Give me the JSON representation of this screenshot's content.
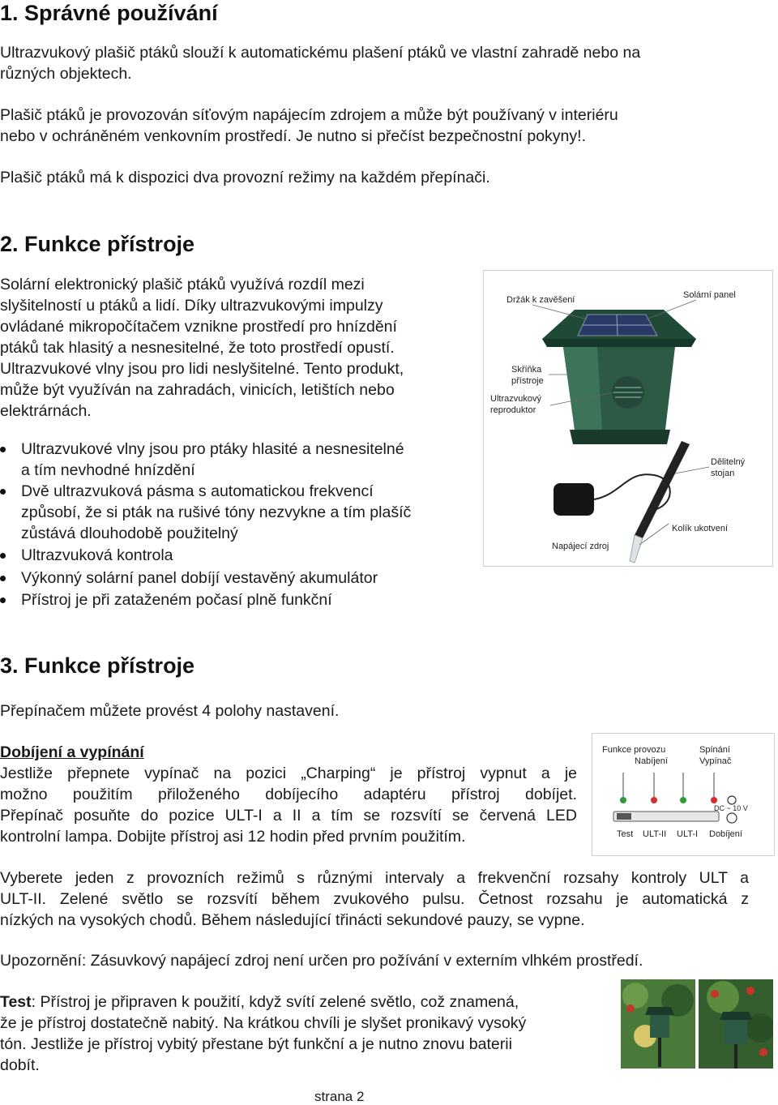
{
  "s1": {
    "heading": "1. Správné používání",
    "p1_l1": "Ultrazvukový plašič ptáků slouží k automatickému plašení ptáků ve vlastní zahradě nebo na",
    "p1_l2": "různých objektech.",
    "p2_l1": "Plašič ptáků je provozován síťovým napájecím zdrojem a může být používaný v interiéru",
    "p2_l2": "nebo v ochráněném venkovním prostředí. Je nutno si přečíst bezpečnostní pokyny!.",
    "p3": "Plašič ptáků má k dispozici dva provozní režimy na každém přepínači."
  },
  "s2": {
    "heading": "2. Funkce přístroje",
    "lines": [
      "Solární elektronický plašič ptáků využívá rozdíl mezi",
      "slyšitelností u ptáků a lidí. Díky ultrazvukovými impulzy",
      "ovládané mikropočítačem vznikne prostředí pro hnízdění",
      "ptáků tak hlasitý a nesnesitelné, že toto prostředí opustí.",
      "Ultrazvukové vlny jsou pro lidi neslyšitelné. Tento produkt,",
      "může být využíván na zahradách, vinicích, letištích nebo",
      "elektrárnách."
    ],
    "bullets": [
      [
        "Ultrazvukové vlny jsou pro ptáky hlasité a nesnesitelné",
        "a tím nevhodné hnízdění"
      ],
      [
        "Dvě ultrazvuková pásma s automatickou frekvencí",
        "způsobí, že si pták na rušivé tóny nezvykne a tím plašíč",
        "zůstává dlouhodobě použitelný"
      ],
      [
        "Ultrazvuková kontrola"
      ],
      [
        "Výkonný solární panel dobíjí vestavěný akumulátor"
      ],
      [
        "Přístroj je při zataženém počasí plně funkční"
      ]
    ],
    "figure_labels": {
      "holder": "Držák k zavěšení",
      "solar": "Solární panel",
      "case_l1": "Skříňka",
      "case_l2": "přístroje",
      "speaker_l1": "Ultrazvukový",
      "speaker_l2": "reproduktor",
      "stand_l1": "Dělitelný",
      "stand_l2": "stojan",
      "adapter": "Napájecí zdroj",
      "peg": "Kolík ukotvení"
    }
  },
  "s3": {
    "heading": "3. Funkce přístroje",
    "intro": "Přepínačem můžete provést 4 polohy nastavení.",
    "charge_title": "Dobíjení a vypínání",
    "charge_lines": [
      "Jestliže přepnete vypínač na pozici „Charping“ je přístroj vypnut a je",
      "možno použitím přiloženého dobíjecího adaptéru přístroj dobíjet.",
      "Přepínač posuňte do pozice ULT-I a II a tím se rozsvítí se červená LED",
      "kontrolní lampa. Dobijte přístroj asi 12 hodin před prvním použitím."
    ],
    "mode_lines": [
      "Vyberete jeden z provozních režimů s různými intervaly a frekvenční rozsahy kontroly ULT a",
      "ULT-II. Zelené světlo se rozsvítí během zvukového pulsu. Četnost rozsahu je automatická z",
      "nízkých na vysokých chodů. Během následující třinácti sekundové pauzy, se vypne."
    ],
    "warning": "Upozornění: Zásuvkový napájecí zdroj není určen pro požívání v externím vlhkém prostředí.",
    "test_label": "Test",
    "test_l1_rest": ": Přístroj je připraven k použití, když svítí zelené světlo, což znamená,",
    "test_lines": [
      "že je přístroj dostatečně nabitý. Na krátkou chvíli je slyšet pronikavý vysoký",
      "tón. Jestliže je přístroj vybitý přestane být funkční a je nutno znovu baterii",
      "dobít."
    ],
    "panel_labels": {
      "func_l1": "Funkce provozu",
      "func_l2": "Nabíjení",
      "switch_l1": "Spínání",
      "switch_l2": "Vypínač",
      "dc": "DC ~ 10 V",
      "test": "Test",
      "ult2": "ULT-II",
      "ult1": "ULT-I",
      "charge": "Dobíjení"
    }
  },
  "footer": {
    "page": "strana 2"
  }
}
